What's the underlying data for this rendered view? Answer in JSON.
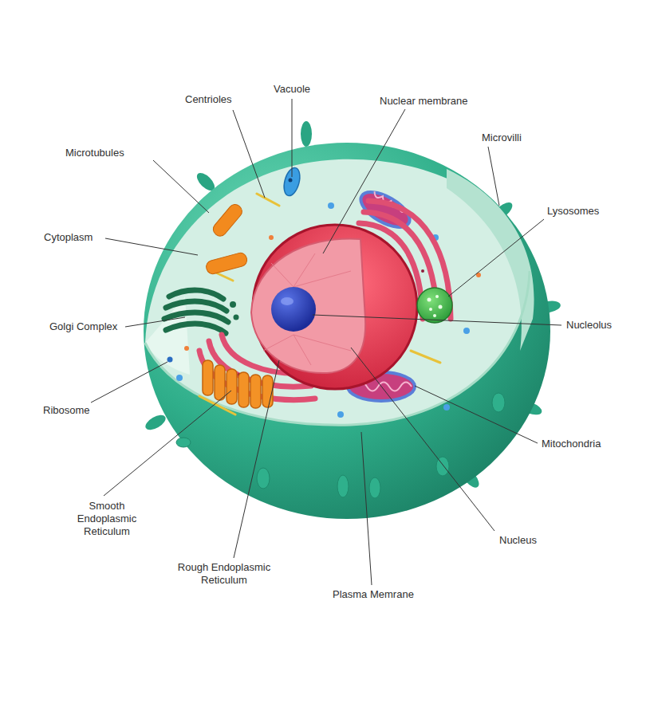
{
  "diagram": {
    "labels": [
      "Vacuole",
      "Centrioles",
      "Nuclear membrane",
      "Microvilli",
      "Microtubules",
      "Lysosomes",
      "Cytoplasm",
      "Nucleolus",
      "Golgi Complex",
      "Ribosome",
      "Mitochondria",
      "Smooth Endoplasmic Reticulum",
      "Nucleus",
      "Rough Endoplasmic Reticulum",
      "Plasma Memrane"
    ]
  }
}
